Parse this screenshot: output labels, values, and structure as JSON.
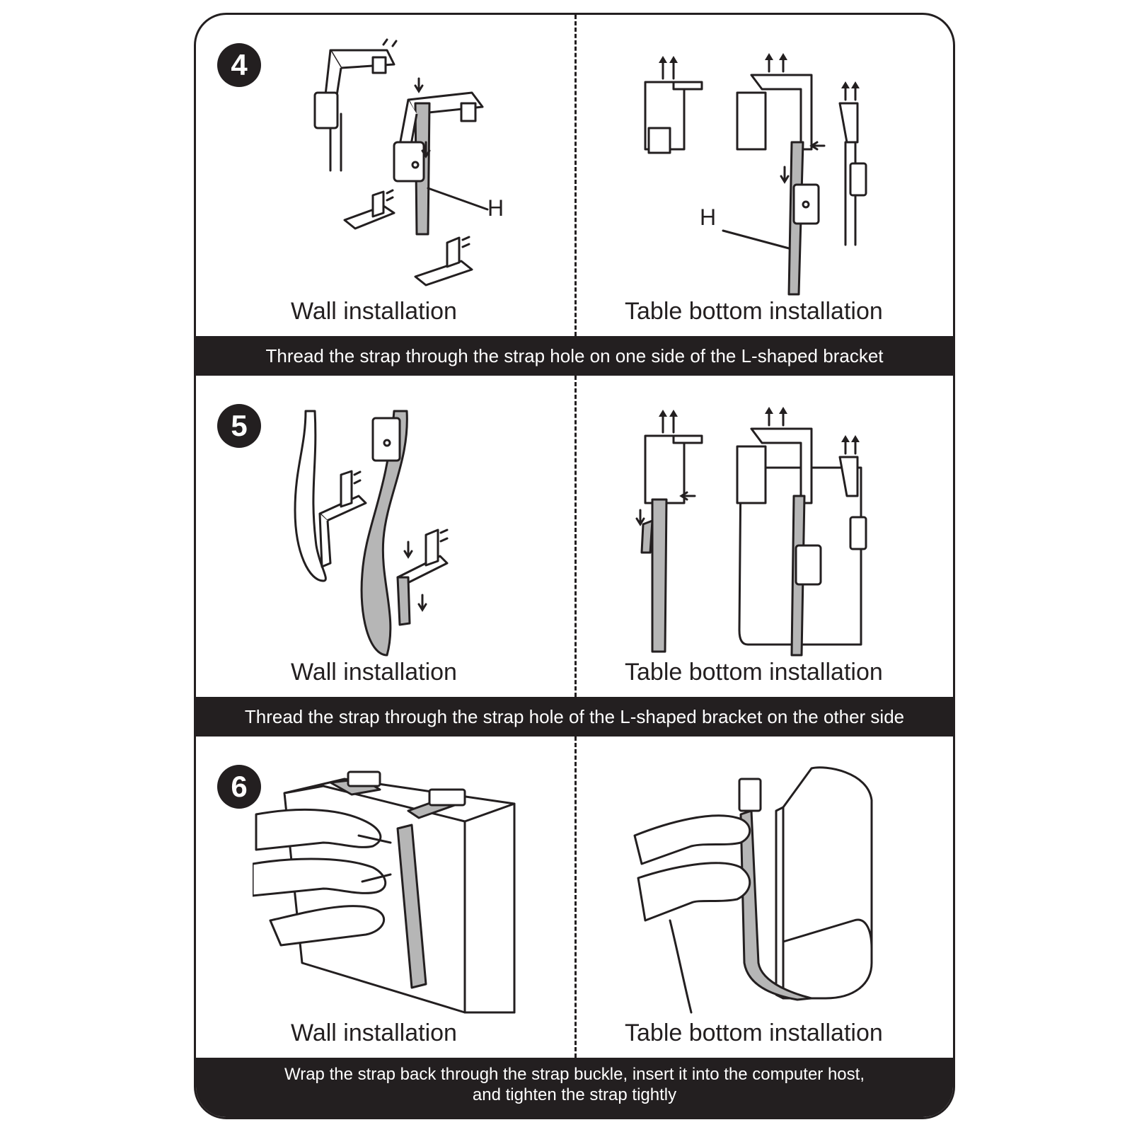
{
  "steps": [
    {
      "number": "4",
      "left_label": "Wall installation",
      "right_label": "Table bottom installation",
      "callout_left": "H",
      "callout_right": "H",
      "instruction": "Thread the strap through the strap hole on one side of the L-shaped bracket"
    },
    {
      "number": "5",
      "left_label": "Wall installation",
      "right_label": "Table bottom installation",
      "instruction": "Thread the strap through the strap hole of the L-shaped bracket on the other side"
    },
    {
      "number": "6",
      "left_label": "Wall installation",
      "right_label": "Table bottom installation",
      "instruction_line1": "Wrap the strap back through the strap buckle, insert it into the computer host,",
      "instruction_line2": "and tighten the strap tightly"
    }
  ],
  "colors": {
    "ink": "#231f20",
    "strap": "#b6b6b6",
    "background": "#ffffff"
  }
}
